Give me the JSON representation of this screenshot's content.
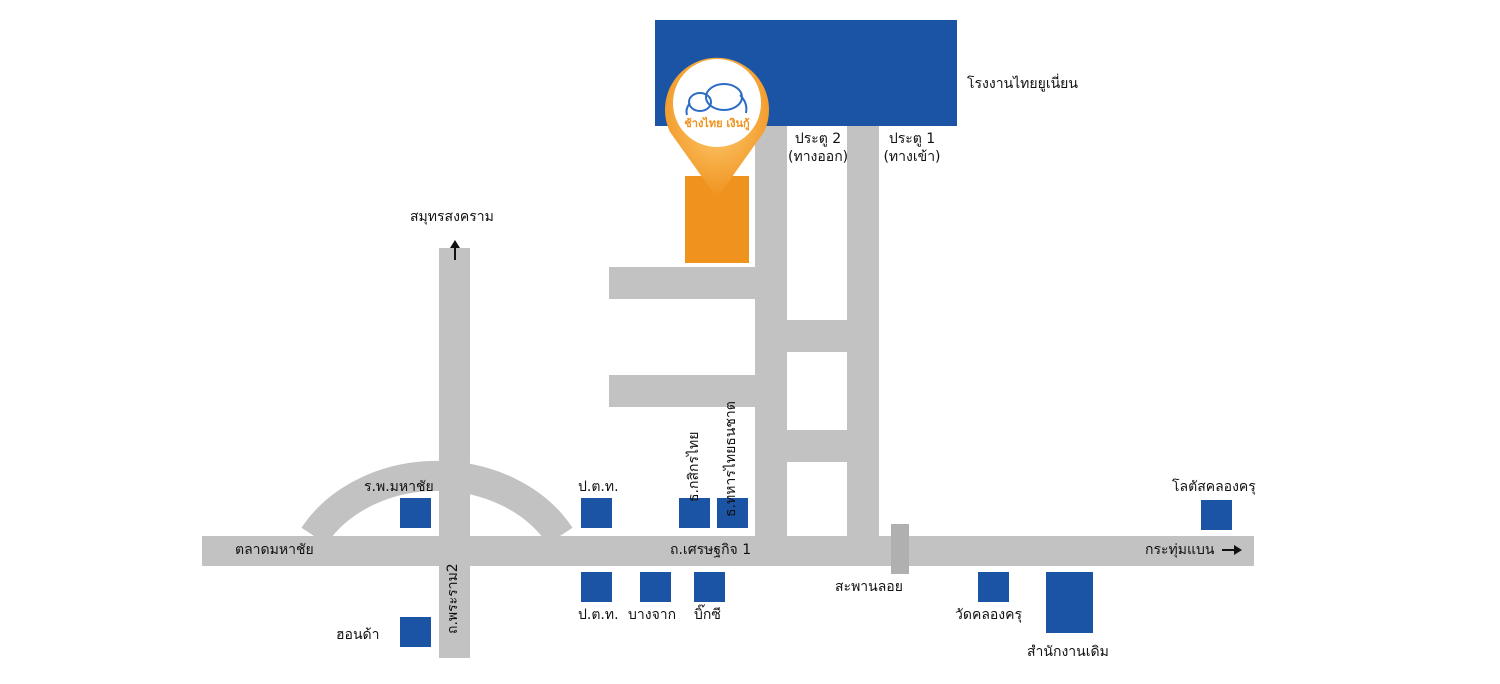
{
  "factory": {
    "label": "โรงงานไทยยูเนี่ยน"
  },
  "gates": {
    "gate2": {
      "line1": "ประตู 2",
      "line2": "(ทางออก)"
    },
    "gate1": {
      "line1": "ประตู 1",
      "line2": "(ทางเข้า)"
    }
  },
  "marker": {
    "brand_text": "ช้างไทย เงินกู้",
    "brand_color": "#f0921e"
  },
  "roads": {
    "north": "สมุทรสงคราม",
    "west": "ตลาดมหาชัย",
    "main": "ถ.เศรษฐกิจ 1",
    "east": "กระทุ่มแบน",
    "south": "ถ.พระราม2"
  },
  "landmarks": {
    "hospital": "ร.พ.มหาชัย",
    "ptt_north": "ป.ต.ท.",
    "kasikorn": "ธ.กสิกรไทย",
    "military_bank": "ธ.ทหารไทยธนชาต",
    "ptt_south": "ป.ต.ท.",
    "bangchak": "บางจาก",
    "bigc": "บิ๊กซี",
    "honda": "ฮอนด้า",
    "float_bridge": "สะพานลอย",
    "wat": "วัดคลองครุ",
    "lotus": "โลตัสคลองครุ",
    "old_office": "สำนักงานเดิม"
  },
  "colors": {
    "road": "#c2c2c2",
    "building": "#1b53a5",
    "highlight": "#f0921e"
  }
}
